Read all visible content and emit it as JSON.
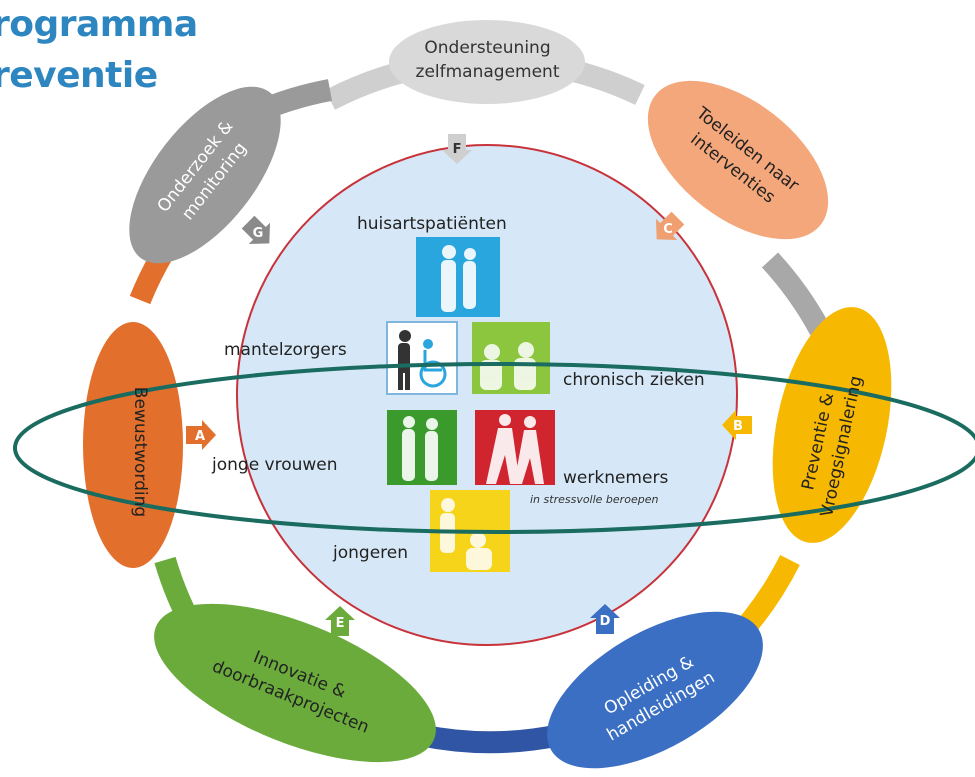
{
  "title": {
    "line1": "rogramma",
    "line2": "reventie"
  },
  "outer_phases": [
    {
      "key": "F",
      "label_lines": [
        "Ondersteuning",
        "zelfmanagement"
      ],
      "color": "#d9d9d9",
      "text_color": "#333333"
    },
    {
      "key": "C",
      "label_lines": [
        "Toeleiden naar",
        "interventies"
      ],
      "color": "#f4a77a",
      "text_color": "#222222"
    },
    {
      "key": "B",
      "label_lines": [
        "Preventie &",
        "Vroegsignalering"
      ],
      "color": "#f6b800",
      "text_color": "#222222"
    },
    {
      "key": "D",
      "label_lines": [
        "Opleiding &",
        "handleidingen"
      ],
      "color": "#3a6fc4",
      "text_color": "#ffffff"
    },
    {
      "key": "E",
      "label_lines": [
        "Innovatie &",
        "doorbraakprojecten"
      ],
      "color": "#6aab3c",
      "text_color": "#222222"
    },
    {
      "key": "A",
      "label_lines": [
        "Bewustwording"
      ],
      "color": "#e36f2c",
      "text_color": "#222222"
    },
    {
      "key": "G",
      "label_lines": [
        "Onderzoek &",
        "monitoring"
      ],
      "color": "#9a9a9a",
      "text_color": "#ffffff"
    }
  ],
  "arrows": [
    {
      "letter": "F",
      "color": "#cfcfcf"
    },
    {
      "letter": "C",
      "color": "#f0a070"
    },
    {
      "letter": "B",
      "color": "#f6b800"
    },
    {
      "letter": "D",
      "color": "#3a6fc4"
    },
    {
      "letter": "E",
      "color": "#6aab3c"
    },
    {
      "letter": "A",
      "color": "#e36f2c"
    },
    {
      "letter": "G",
      "color": "#8a8a8a"
    }
  ],
  "target_groups": {
    "huisartspatienten": "huisartspatiënten",
    "mantelzorgers": "mantelzorgers",
    "chronisch_zieken": "chronisch zieken",
    "jonge_vrouwen": "jonge vrouwen",
    "werknemers": "werknemers",
    "werknemers_sub": "in stressvolle beroepen",
    "jongeren": "jongeren"
  },
  "tile_colors": {
    "huisartspatienten": "#2aa6de",
    "mantelzorgers": "#ffffff",
    "chronisch_zieken": "#8cc63f",
    "jonge_vrouwen": "#3a9a2c",
    "werknemers": "#d0242e",
    "jongeren": "#f5d419"
  },
  "highlight_color": "#1a6b60",
  "inner_circle": {
    "fill": "#d6e8f7",
    "stroke": "#c8323a"
  }
}
